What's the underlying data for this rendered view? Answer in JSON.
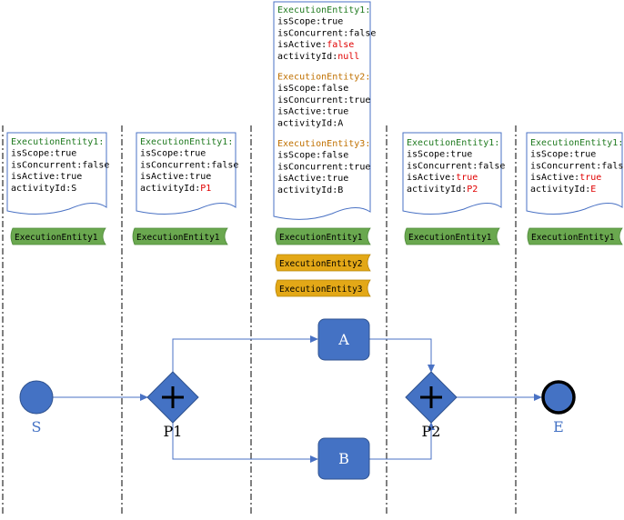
{
  "colors": {
    "flow": "#4a72c4",
    "task_fill": "#4472c4",
    "gateway_fill": "#4472c4",
    "green_ribbon": "#6aa84f",
    "orange_ribbon": "#e3a817",
    "label_blue": "#4472c4",
    "entity_green": "#1f7a1f",
    "entity_orange": "#c07000",
    "highlight_red": "#e00000"
  },
  "notes": [
    {
      "id": "note-s",
      "entities": [
        {
          "name": "ExecutionEntity1:",
          "color": "green",
          "props": [
            {
              "key": "isScope:",
              "value": "true",
              "highlight": false
            },
            {
              "key": "isConcurrent:",
              "value": "false",
              "highlight": false
            },
            {
              "key": "isActive:",
              "value": "true",
              "highlight": false
            },
            {
              "key": "activityId:",
              "value": "S",
              "highlight": false
            }
          ]
        }
      ]
    },
    {
      "id": "note-p1",
      "entities": [
        {
          "name": "ExecutionEntity1:",
          "color": "green",
          "props": [
            {
              "key": "isScope:",
              "value": "true",
              "highlight": false
            },
            {
              "key": "isConcurrent:",
              "value": "false",
              "highlight": false
            },
            {
              "key": "isActive:",
              "value": "true",
              "highlight": false
            },
            {
              "key": "activityId:",
              "value": "P1",
              "highlight": true
            }
          ]
        }
      ]
    },
    {
      "id": "note-ab",
      "entities": [
        {
          "name": "ExecutionEntity1:",
          "color": "green",
          "props": [
            {
              "key": "isScope:",
              "value": "true",
              "highlight": false
            },
            {
              "key": "isConcurrent:",
              "value": "false",
              "highlight": false
            },
            {
              "key": "isActive:",
              "value": "false",
              "highlight": true
            },
            {
              "key": "activityId:",
              "value": "null",
              "highlight": true
            }
          ]
        },
        {
          "name": "ExecutionEntity2:",
          "color": "orange",
          "props": [
            {
              "key": "isScope:",
              "value": "false",
              "highlight": false
            },
            {
              "key": "isConcurrent:",
              "value": "true",
              "highlight": false
            },
            {
              "key": "isActive:",
              "value": "true",
              "highlight": false
            },
            {
              "key": "activityId:",
              "value": "A",
              "highlight": false
            }
          ]
        },
        {
          "name": "ExecutionEntity3:",
          "color": "orange",
          "props": [
            {
              "key": "isScope:",
              "value": "false",
              "highlight": false
            },
            {
              "key": "isConcurrent:",
              "value": "true",
              "highlight": false
            },
            {
              "key": "isActive:",
              "value": "true",
              "highlight": false
            },
            {
              "key": "activityId:",
              "value": "B",
              "highlight": false
            }
          ]
        }
      ]
    },
    {
      "id": "note-p2",
      "entities": [
        {
          "name": "ExecutionEntity1:",
          "color": "green",
          "props": [
            {
              "key": "isScope:",
              "value": "true",
              "highlight": false
            },
            {
              "key": "isConcurrent:",
              "value": "false",
              "highlight": false
            },
            {
              "key": "isActive:",
              "value": "true",
              "highlight": true
            },
            {
              "key": "activityId:",
              "value": "P2",
              "highlight": true
            }
          ]
        }
      ]
    },
    {
      "id": "note-e",
      "entities": [
        {
          "name": "ExecutionEntity1:",
          "color": "green",
          "props": [
            {
              "key": "isScope:",
              "value": "true",
              "highlight": false
            },
            {
              "key": "isConcurrent:",
              "value": "false",
              "highlight": false
            },
            {
              "key": "isActive:",
              "value": "true",
              "highlight": true
            },
            {
              "key": "activityId:",
              "value": "E",
              "highlight": true
            }
          ]
        }
      ]
    }
  ],
  "ribbons": [
    {
      "label": "ExecutionEntity1",
      "color": "green"
    },
    {
      "label": "ExecutionEntity1",
      "color": "green"
    },
    {
      "label": "ExecutionEntity1",
      "color": "green"
    },
    {
      "label": "ExecutionEntity2",
      "color": "orange"
    },
    {
      "label": "ExecutionEntity3",
      "color": "orange"
    },
    {
      "label": "ExecutionEntity1",
      "color": "green"
    },
    {
      "label": "ExecutionEntity1",
      "color": "green"
    }
  ],
  "nodes": {
    "start": {
      "label": "S"
    },
    "gateway1": {
      "label": "P1"
    },
    "task_a": {
      "label": "A"
    },
    "task_b": {
      "label": "B"
    },
    "gateway2": {
      "label": "P2"
    },
    "end": {
      "label": "E"
    }
  }
}
